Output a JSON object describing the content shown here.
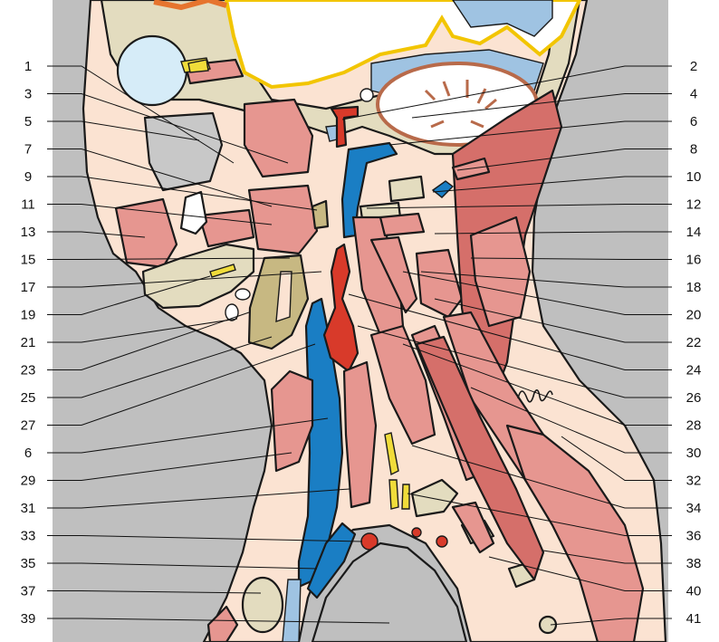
{
  "colors": {
    "background": "#bfbfbf",
    "skin": "#fbe3d2",
    "muscle": "#e69690",
    "muscle_dark": "#d56f6a",
    "bone": "#e3dcbf",
    "bone_dark": "#c7b882",
    "vein": "#1a7ec4",
    "artery": "#d83a2a",
    "nerve": "#f0dc3a",
    "brain_outline": "#f2c500",
    "gyri": "#b86a4a",
    "dura": "#e6742e",
    "light_blue": "#9fc3e2",
    "airway": "#c8c8c8"
  },
  "left_labels": [
    "1",
    "3",
    "5",
    "7",
    "9",
    "11",
    "13",
    "15",
    "17",
    "19",
    "21",
    "23",
    "25",
    "27",
    "6",
    "29",
    "31",
    "33",
    "35",
    "37",
    "39"
  ],
  "right_labels": [
    "2",
    "4",
    "6",
    "8",
    "10",
    "12",
    "14",
    "16",
    "18",
    "20",
    "22",
    "24",
    "26",
    "28",
    "30",
    "32",
    "34",
    "36",
    "38",
    "40",
    "41"
  ]
}
